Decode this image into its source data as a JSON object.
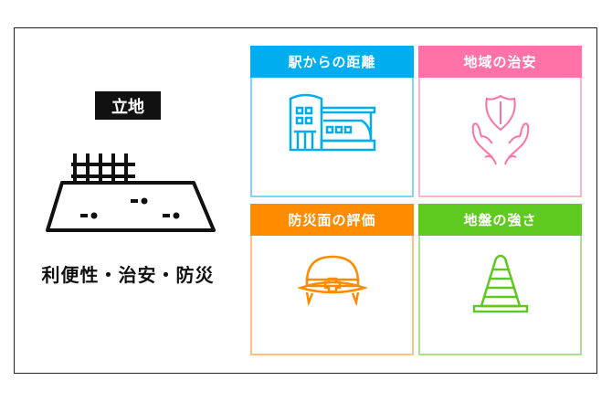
{
  "left": {
    "tag": "立地",
    "caption": "利便性・治安・防災"
  },
  "cards": [
    {
      "title": "駅からの距離",
      "icon": "train-station-icon",
      "color": "#00aeef",
      "border": "#80d2f6"
    },
    {
      "title": "地域の治安",
      "icon": "shield-hands-icon",
      "color": "#ff72a8",
      "border": "#ffb3cf"
    },
    {
      "title": "防災面の評価",
      "icon": "helmet-icon",
      "color": "#ff8c00",
      "border": "#ffc37f"
    },
    {
      "title": "地盤の強さ",
      "icon": "traffic-cone-icon",
      "color": "#5ec91e",
      "border": "#aee28a"
    }
  ]
}
